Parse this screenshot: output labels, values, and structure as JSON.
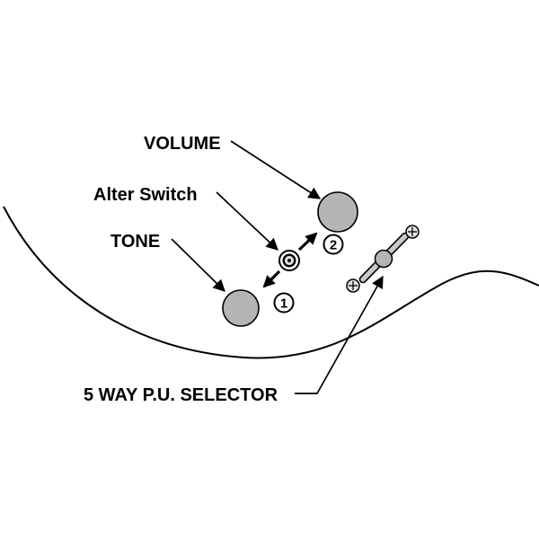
{
  "diagram": {
    "labels": {
      "volume": "VOLUME",
      "alter_switch": "Alter Switch",
      "tone": "TONE",
      "selector": "5 WAY P.U. SELECTOR"
    },
    "markers": {
      "one": "1",
      "two": "2"
    },
    "icons": {
      "volume_knob": "volume-knob-icon",
      "tone_knob": "tone-knob-icon",
      "alter_switch": "alter-switch-icon",
      "pickup_selector": "5-way-selector-lever-icon",
      "screws": "plus-screw-icon"
    },
    "colors": {
      "knob_fill": "#b5b5b5",
      "lever_fill": "#c9c9c9",
      "screw_fill": "#e2e2e2",
      "line": "#000000",
      "background": "#ffffff"
    }
  }
}
